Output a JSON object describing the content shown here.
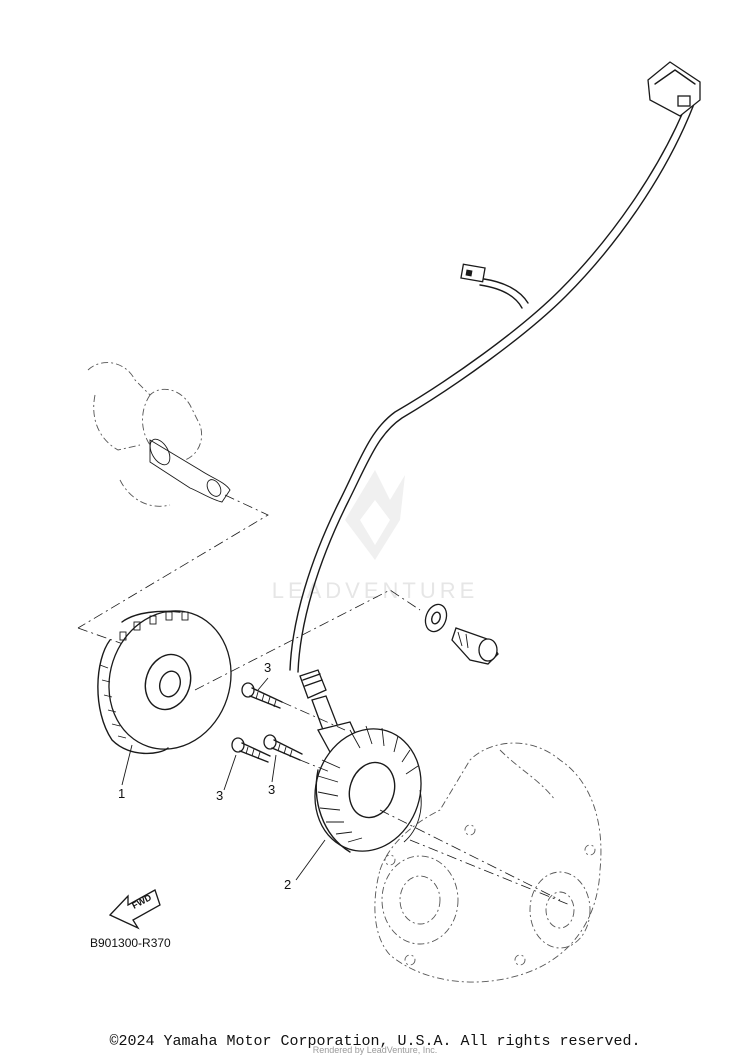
{
  "watermark": {
    "brand_text": "LEADVENTURE"
  },
  "callouts": [
    {
      "id": "1",
      "label": "1"
    },
    {
      "id": "2",
      "label": "2"
    },
    {
      "id": "3a",
      "label": "3"
    },
    {
      "id": "3b",
      "label": "3"
    },
    {
      "id": "3c",
      "label": "3"
    }
  ],
  "direction_arrow": {
    "label": "FWD"
  },
  "reference_code": "B901300-R370",
  "footer": {
    "copyright": "©2024 Yamaha Motor Corporation, U.S.A. All rights reserved.",
    "rendered_by": "Rendered by LeadVenture, Inc."
  }
}
